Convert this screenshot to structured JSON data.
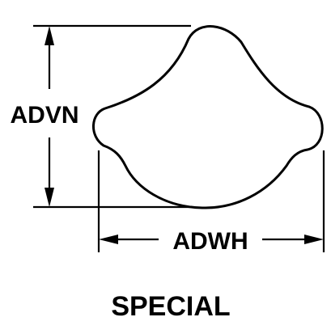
{
  "diagram": {
    "height_label": "ADVN",
    "width_label": "ADWH",
    "caption": "SPECIAL"
  },
  "colors": {
    "line": "#000000",
    "background": "#ffffff"
  }
}
